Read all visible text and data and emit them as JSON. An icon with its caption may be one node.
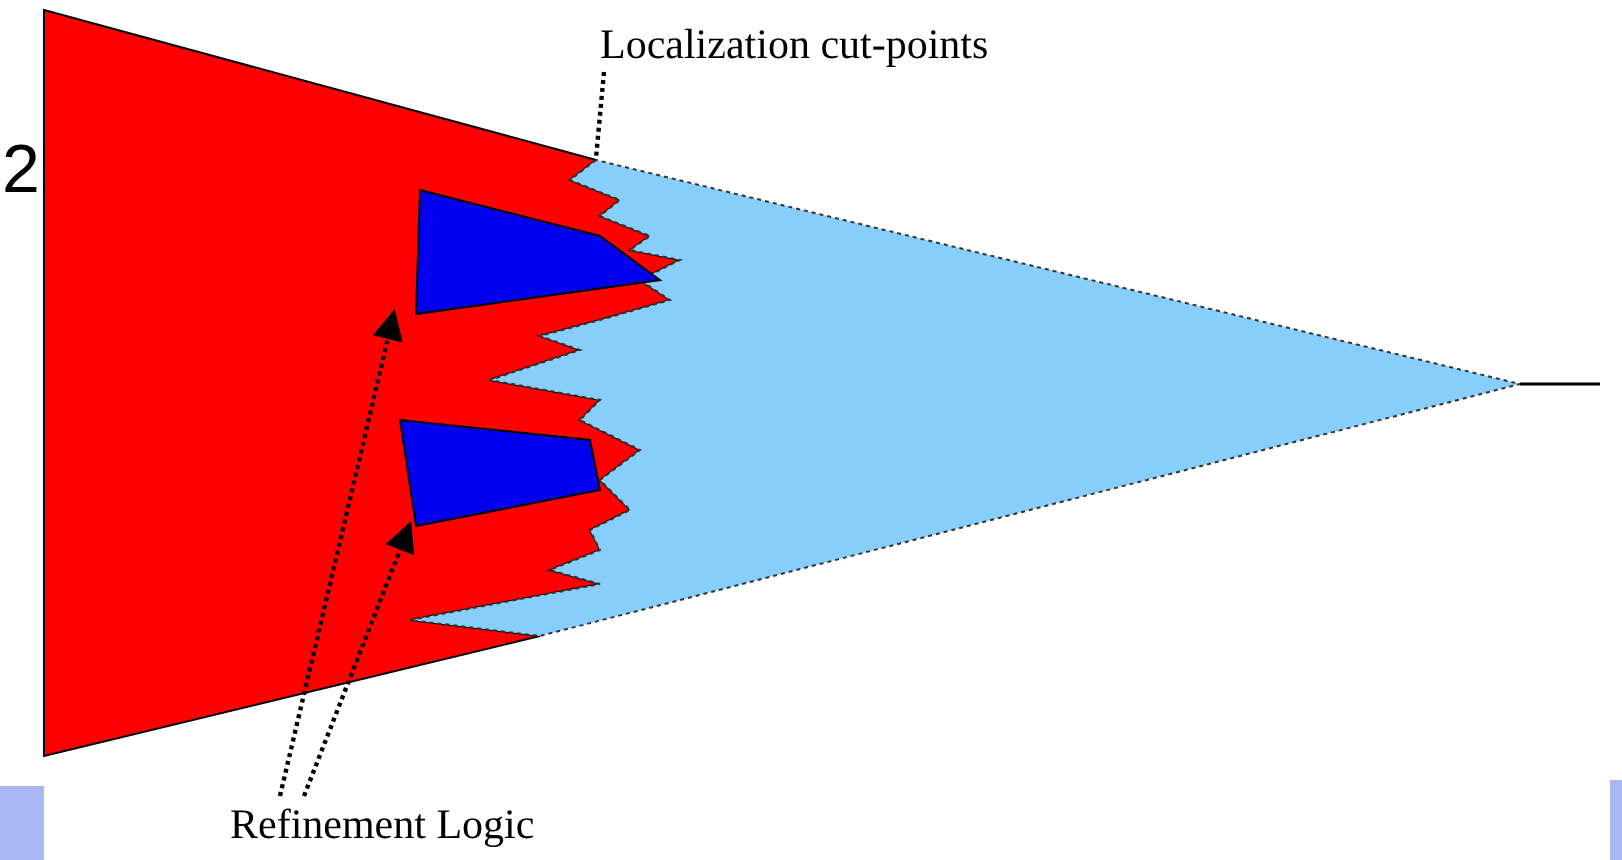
{
  "diagram": {
    "nodes": [
      {
        "text": [
          "Localization cut-points"
        ]
      },
      {
        "text": [
          "Refinement Logic"
        ]
      },
      {
        "text": [],
        "shape": "box"
      },
      {
        "text": [],
        "shape": "box"
      }
    ],
    "edges": [
      {
        "from": 0,
        "to": null,
        "arrow": "none"
      },
      {
        "from": 1,
        "to": 2,
        "arrow": "to"
      },
      {
        "from": 1,
        "to": 3,
        "arrow": "to"
      }
    ],
    "labels": [
      "2"
    ]
  }
}
